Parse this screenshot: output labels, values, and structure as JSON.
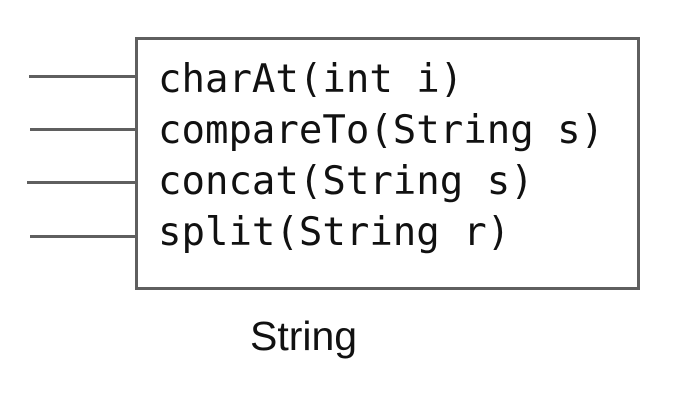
{
  "class_name": "String",
  "methods": [
    "charAt(int i)",
    "compareTo(String s)",
    "concat(String s)",
    "split(String r)"
  ]
}
